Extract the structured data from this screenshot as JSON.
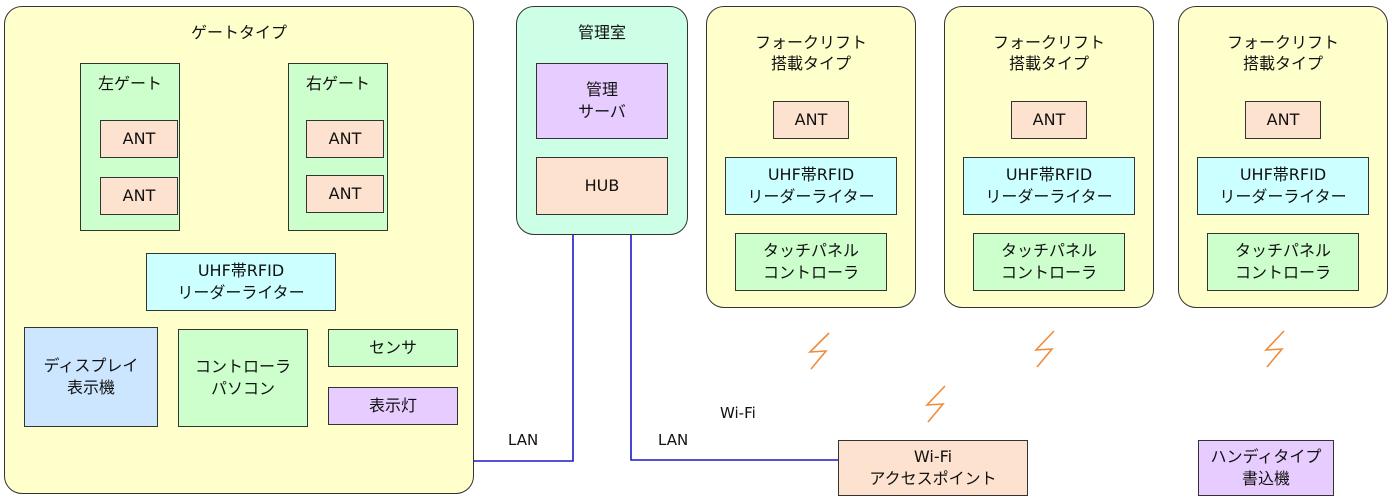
{
  "gate": {
    "title": "ゲートタイプ",
    "left_gate": {
      "title": "左ゲート",
      "ant1": "ANT",
      "ant2": "ANT"
    },
    "right_gate": {
      "title": "右ゲート",
      "ant1": "ANT",
      "ant2": "ANT"
    },
    "reader_writer": "UHF帯RFID\nリーダーライター",
    "display": "ディスプレイ\n表示機",
    "controller": "コントローラ\nパソコン",
    "sensor": "センサ",
    "indicator": "表示灯"
  },
  "control_room": {
    "title": "管理室",
    "server": "管理\nサーバ",
    "hub": "HUB"
  },
  "forklifts": [
    {
      "title": "フォークリフト\n搭載タイプ",
      "ant": "ANT",
      "reader_writer": "UHF帯RFID\nリーダーライター",
      "touch_panel": "タッチパネル\nコントローラ"
    },
    {
      "title": "フォークリフト\n搭載タイプ",
      "ant": "ANT",
      "reader_writer": "UHF帯RFID\nリーダーライター",
      "touch_panel": "タッチパネル\nコントローラ"
    },
    {
      "title": "フォークリフト\n搭載タイプ",
      "ant": "ANT",
      "reader_writer": "UHF帯RFID\nリーダーライター",
      "touch_panel": "タッチパネル\nコントローラ"
    }
  ],
  "access_point": "Wi-Fi\nアクセスポイント",
  "handy_writer": "ハンディタイプ\n書込機",
  "labels": {
    "lan_left": "LAN",
    "lan_right": "LAN",
    "wifi": "Wi-Fi"
  },
  "icons": {
    "wireless": "lightning-icon"
  },
  "colors": {
    "group_fill": "#ffffcc",
    "control_room_fill": "#ccffe6",
    "ant_fill": "#fde3cf",
    "reader_fill": "#ccffff",
    "green_fill": "#ccffcc",
    "purple_fill": "#e6ccff",
    "display_fill": "#cce6ff",
    "antenna_wire": "#8b1a1a",
    "lan_wire": "#1a1acc",
    "wireless_bolt": "#f08c3c"
  }
}
